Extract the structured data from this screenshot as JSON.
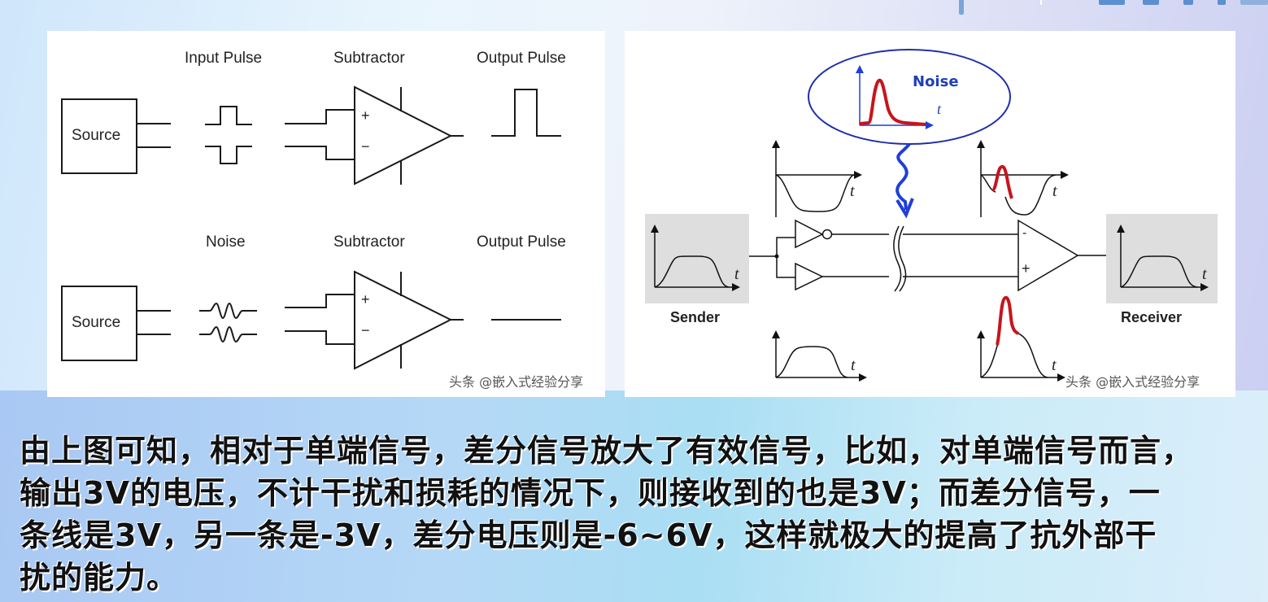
{
  "colors": {
    "noise_blue": "#1f3fb8",
    "noise_red": "#c8141b",
    "sender_bg": "#dedede",
    "line": "#1a1a1a",
    "panel_bg": "#ffffff"
  },
  "left_diagram": {
    "top_row": {
      "source_label": "Source",
      "col1_title": "Input Pulse",
      "col2_title": "Subtractor",
      "col3_title": "Output Pulse",
      "plus_sign": "+",
      "minus_sign": "−"
    },
    "bottom_row": {
      "source_label": "Source",
      "col1_title": "Noise",
      "col2_title": "Subtractor",
      "col3_title": "Output Pulse",
      "plus_sign": "+",
      "minus_sign": "−"
    },
    "watermark": "头条 @嵌入式经验分享"
  },
  "right_diagram": {
    "noise_bubble_label": "Noise",
    "t_axis_label": "t",
    "sender_label": "Sender",
    "receiver_label": "Receiver",
    "amp_minus": "-",
    "amp_plus": "+",
    "watermark": "头条 @嵌入式经验分享"
  },
  "caption": {
    "lines": [
      "由上图可知，相对于单端信号，差分信号放大了有效信号，比如，对单端信号而言，",
      "输出3V的电压，不计干扰和损耗的情况下，则接收到的也是3V；而差分信号，一",
      "条线是3V，另一条是-3V，差分电压则是-6~6V，这样就极大的提高了抗外部干",
      "扰的能力。"
    ]
  }
}
